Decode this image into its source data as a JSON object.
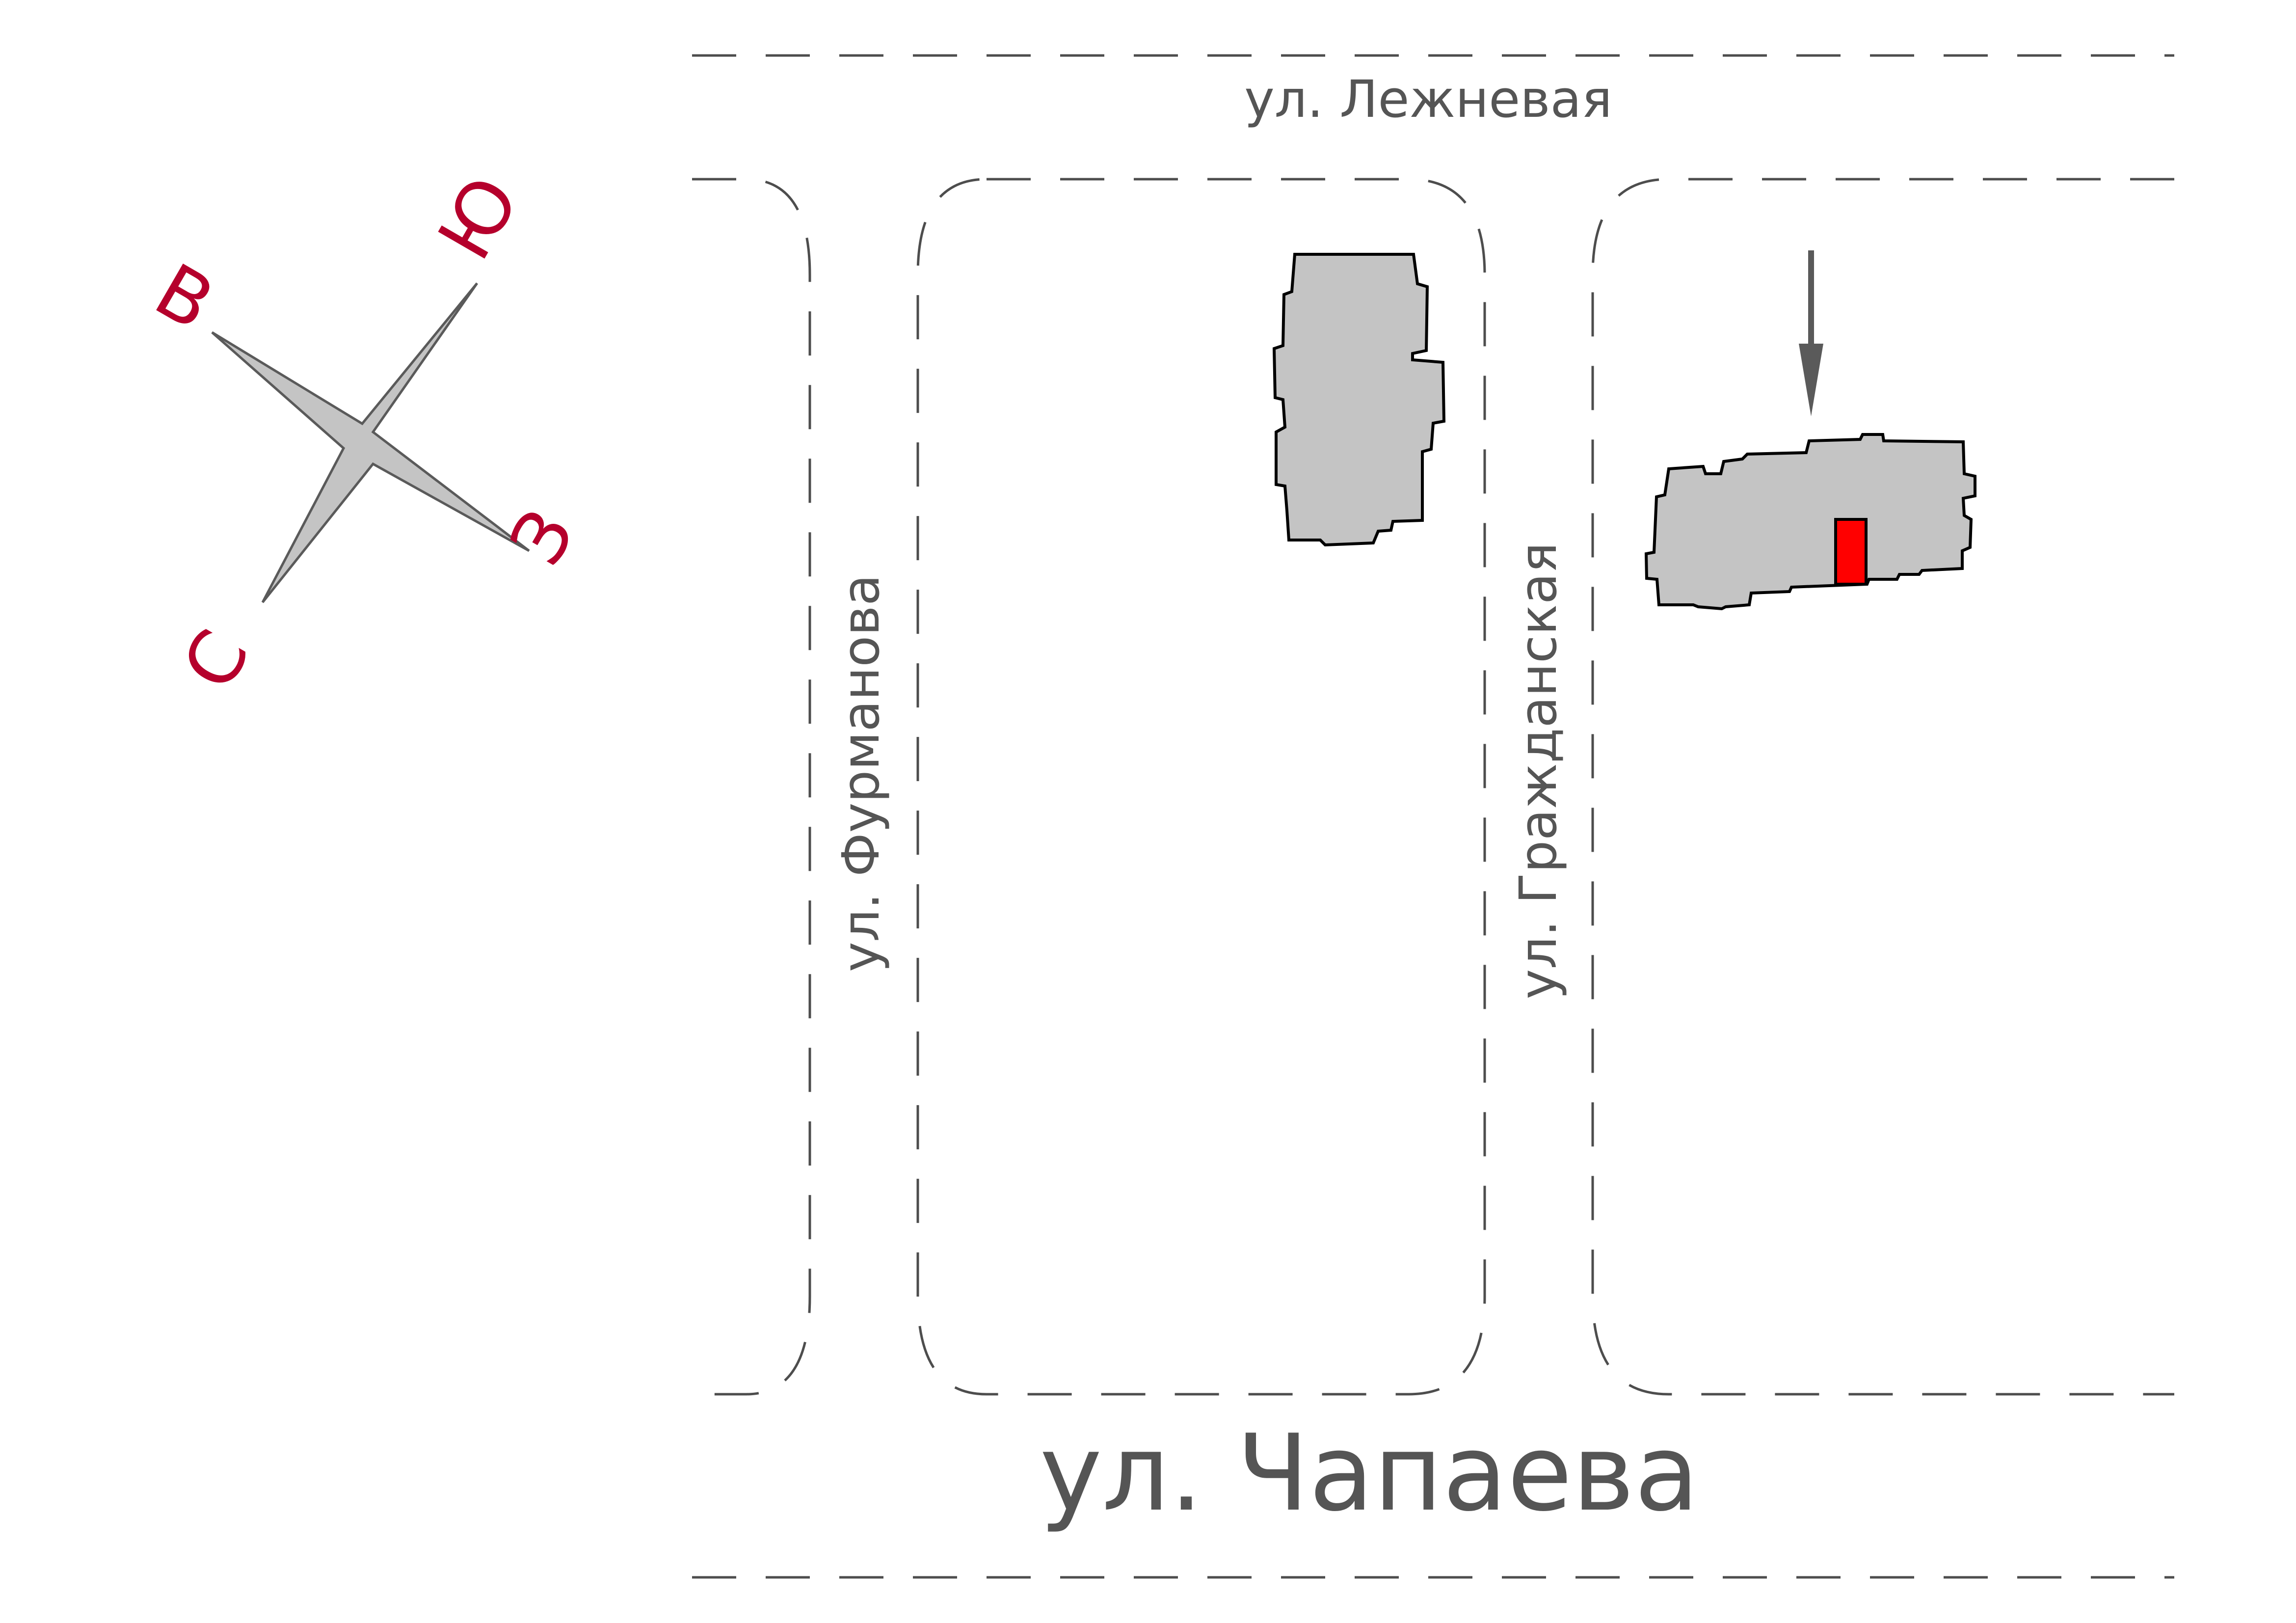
{
  "streets": {
    "lezhnevaya": "ул. Лежневая",
    "furmanova": "ул. Фурманова",
    "grazhdanskaya": "ул. Гражданская",
    "chapaeva": "ул. Чапаева"
  },
  "compass": {
    "north": "С",
    "south": "Ю",
    "east": "В",
    "west": "З"
  },
  "colors": {
    "road": "#4d4d4d",
    "street_text": "#555555",
    "building_fill": "#c4c4c4",
    "highlight": "#ff0000",
    "compass_letter": "#b5002c"
  }
}
